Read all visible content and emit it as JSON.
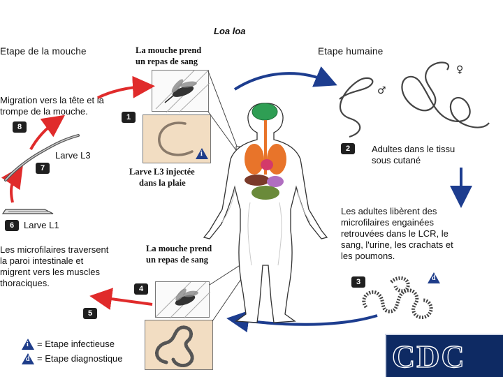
{
  "title": "Loa loa",
  "stages": {
    "fly": "Etape de la mouche",
    "human": "Etape humaine"
  },
  "captions": {
    "blood_meal_top": [
      "La mouche prend",
      "un repas de sang"
    ],
    "l3_injected": [
      "Larve L3 injectée",
      "dans la plaie"
    ],
    "blood_meal_bottom": [
      "La mouche prend",
      "un repas de sang"
    ]
  },
  "steps": [
    {
      "num": "1"
    },
    {
      "num": "2",
      "text": [
        "Adultes dans le tissu",
        "sous cutané"
      ]
    },
    {
      "num": "3"
    },
    {
      "num": "4"
    },
    {
      "num": "5"
    },
    {
      "num": "6",
      "text": [
        "Larve L1"
      ]
    },
    {
      "num": "7",
      "text": [
        "Larve L3"
      ]
    },
    {
      "num": "8"
    }
  ],
  "descriptions": {
    "adults_release": [
      "Les adultes libèrent des",
      "microfilaires engainées",
      "retrouvées dans le LCR, le",
      "sang, l'urine, les crachats et",
      "les poumons."
    ],
    "microfilariae_cross": [
      "Les microfilaires traversent",
      "la paroi intestinale et",
      "migrent vers les muscles",
      "thoraciques."
    ],
    "migration": [
      "Migration vers la tête et la",
      "trompe de la mouche."
    ]
  },
  "legend": {
    "infective": {
      "icon_letter": "i",
      "label": "= Etape infectieuse"
    },
    "diagnostic": {
      "icon_letter": "d",
      "label": "= Etape diagnostique"
    }
  },
  "sex_symbols": {
    "female": "♀",
    "male": "♂"
  },
  "panel_letters": {
    "infective": "i",
    "diagnostic": "d"
  },
  "logo": {
    "text": "CDC"
  },
  "colors": {
    "red_arrow": "#e02b2b",
    "blue_arrow": "#1d3d8f",
    "logo_blue": "#0e2a63",
    "organ_orange": "#e8742a",
    "brain_green": "#2f9e54"
  }
}
